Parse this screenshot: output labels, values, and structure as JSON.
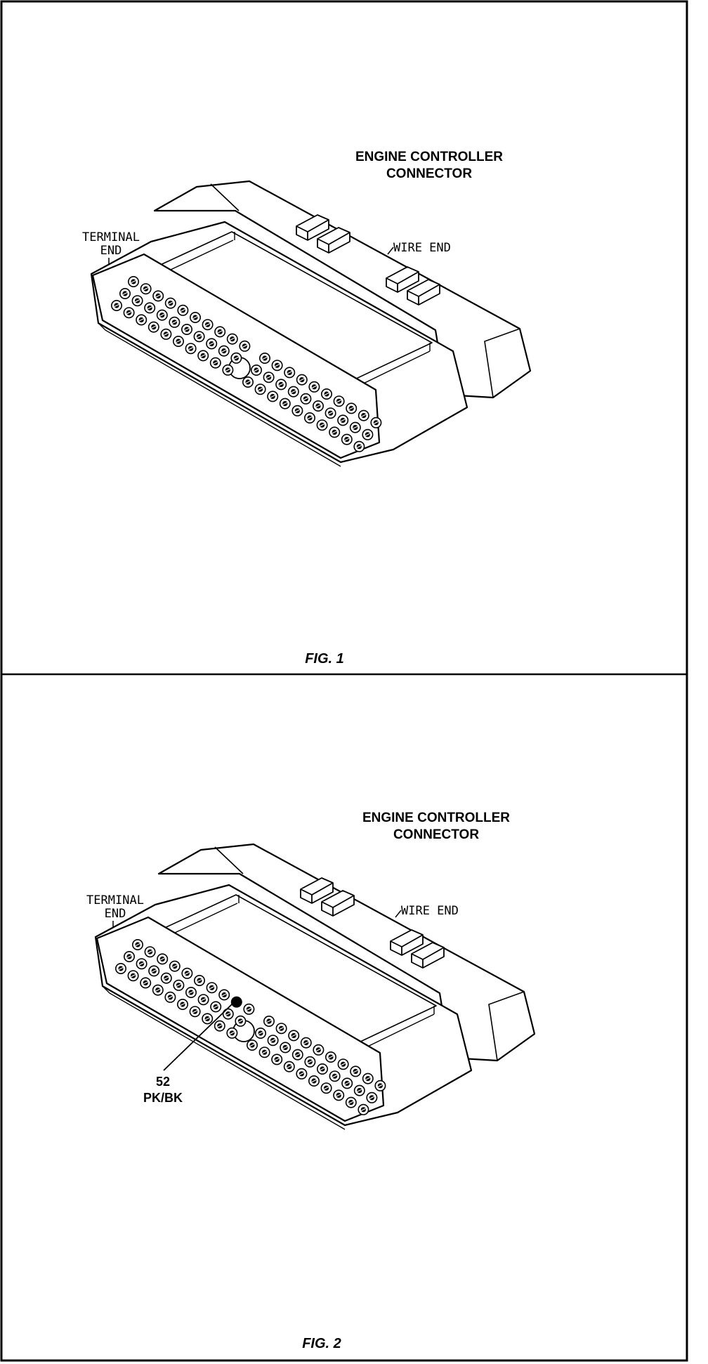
{
  "figures": [
    {
      "title_line1": "ENGINE CONTROLLER",
      "title_line2": "CONNECTOR",
      "terminal_line1": "TERMINAL",
      "terminal_line2": "END",
      "wire_end": "WIRE END",
      "caption": "FIG. 1"
    },
    {
      "title_line1": "ENGINE CONTROLLER",
      "title_line2": "CONNECTOR",
      "terminal_line1": "TERMINAL",
      "terminal_line2": "END",
      "wire_end": "WIRE END",
      "caption": "FIG. 2",
      "callout_number": "52",
      "callout_color": "PK/BK"
    }
  ],
  "highlighted_pin": 52
}
